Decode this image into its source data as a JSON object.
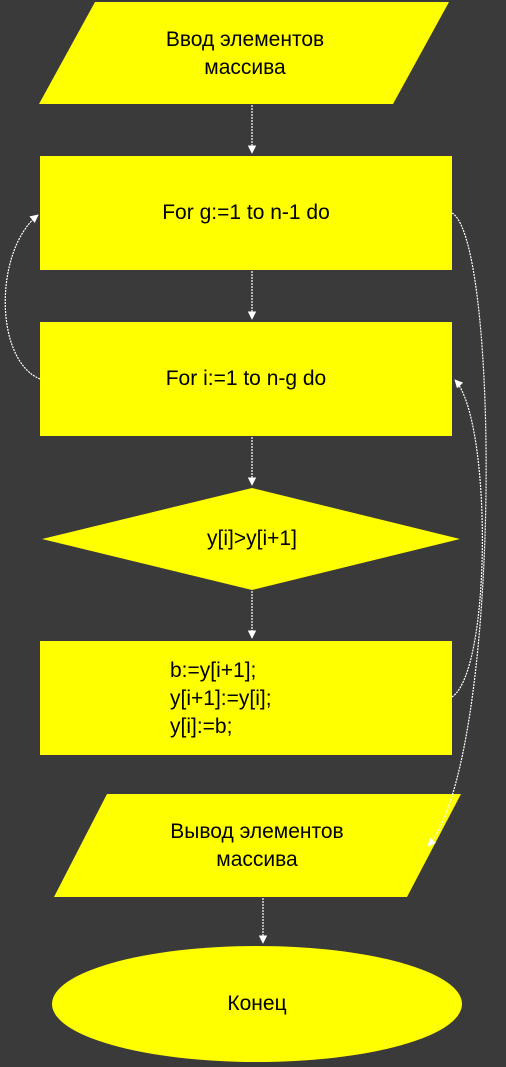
{
  "diagram": {
    "fill_color": "#ffff00",
    "background_color": "#3a3a3a",
    "connector_color": "#ffffff",
    "nodes": {
      "input": {
        "shape": "parallelogram",
        "lines": [
          "Ввод элементов",
          "массива"
        ]
      },
      "loop_g": {
        "shape": "rectangle",
        "lines": [
          "For g:=1 to n-1 do"
        ]
      },
      "loop_i": {
        "shape": "rectangle",
        "lines": [
          "For i:=1 to n-g do"
        ]
      },
      "condition": {
        "shape": "diamond",
        "lines": [
          "y[i]>y[i+1]"
        ]
      },
      "swap": {
        "shape": "rectangle",
        "lines": [
          "b:=y[i+1];",
          "y[i+1]:=y[i];",
          "y[i]:=b;"
        ]
      },
      "output": {
        "shape": "parallelogram",
        "lines": [
          "Вывод элементов",
          "массива"
        ]
      },
      "end": {
        "shape": "ellipse",
        "lines": [
          "Конец"
        ]
      }
    }
  }
}
